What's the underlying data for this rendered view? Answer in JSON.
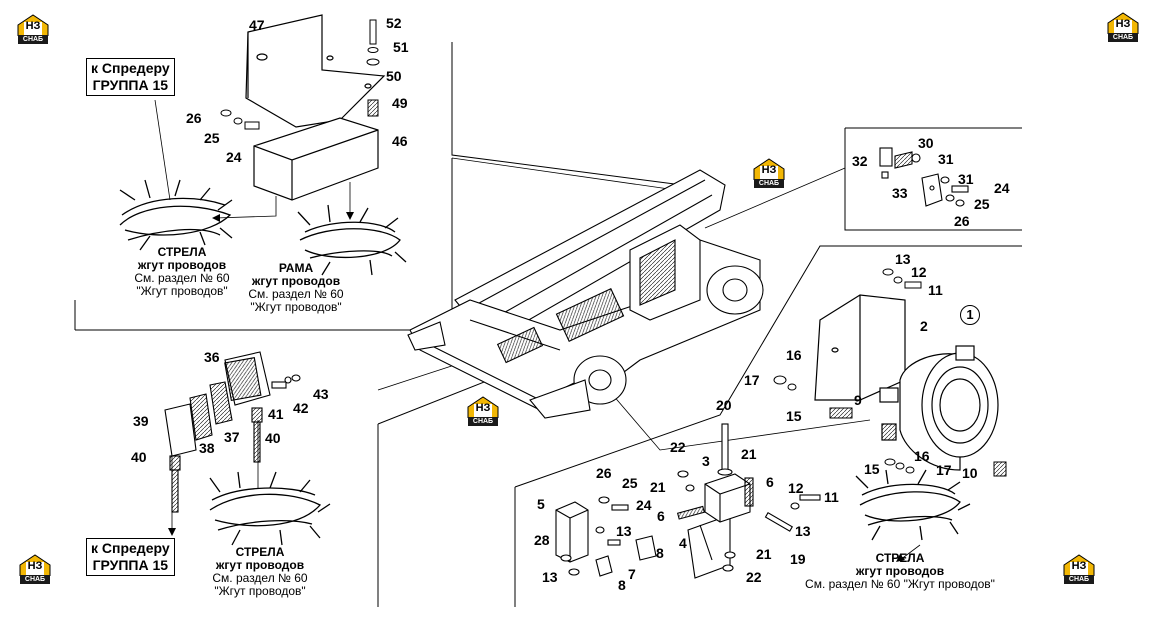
{
  "logo": {
    "letters": "НЗ",
    "subtitle": "СНАБ",
    "color": "#f2b705"
  },
  "boxes": {
    "top_left": {
      "line1": "к Спредеру",
      "line2": "ГРУППА 15"
    },
    "bottom_left": {
      "line1": "к Спредеру",
      "line2": "ГРУППА 15"
    }
  },
  "captions": {
    "strela_top": {
      "l1": "СТРЕЛА",
      "l2": "жгут проводов",
      "l3": "См. раздел № 60",
      "l4": "\"Жгут проводов\""
    },
    "rama": {
      "l1": "РАМА",
      "l2": "жгут проводов",
      "l3": "См. раздел № 60",
      "l4": "\"Жгут проводов\""
    },
    "strela_bottom": {
      "l1": "СТРЕЛА",
      "l2": "жгут проводов",
      "l3": "См. раздел № 60",
      "l4": "\"Жгут проводов\""
    },
    "strela_right": {
      "l1": "СТРЕЛА",
      "l2": "жгут проводов",
      "l3": "См. раздел № 60 \"Жгут проводов\""
    }
  },
  "callouts": {
    "c47": "47",
    "c52": "52",
    "c51": "51",
    "c50": "50",
    "c49": "49",
    "c46": "46",
    "c26a": "26",
    "c25a": "25",
    "c24a": "24",
    "c30": "30",
    "c32": "32",
    "c31a": "31",
    "c31b": "31",
    "c33": "33",
    "c24b": "24",
    "c25b": "25",
    "c26b": "26",
    "c13a": "13",
    "c12a": "12",
    "c11a": "11",
    "c2": "2",
    "c1": "1",
    "c16a": "16",
    "c17a": "17",
    "c15a": "15",
    "c9": "9",
    "c15b": "15",
    "c16b": "16",
    "c17b": "17",
    "c10": "10",
    "c36": "36",
    "c41": "41",
    "c42": "42",
    "c43": "43",
    "c39": "39",
    "c38": "38",
    "c37": "37",
    "c40a": "40",
    "c40b": "40",
    "c20": "20",
    "c22a": "22",
    "c3": "3",
    "c21a": "21",
    "c6a": "6",
    "c26c": "26",
    "c25c": "25",
    "c21b": "21",
    "c24c": "24",
    "c12b": "12",
    "c11b": "11",
    "c5": "5",
    "c13b": "13",
    "c6b": "6",
    "c13c": "13",
    "c4": "4",
    "c28": "28",
    "c8a": "8",
    "c7": "7",
    "c21c": "21",
    "c19": "19",
    "c13d": "13",
    "c8b": "8",
    "c22b": "22"
  }
}
